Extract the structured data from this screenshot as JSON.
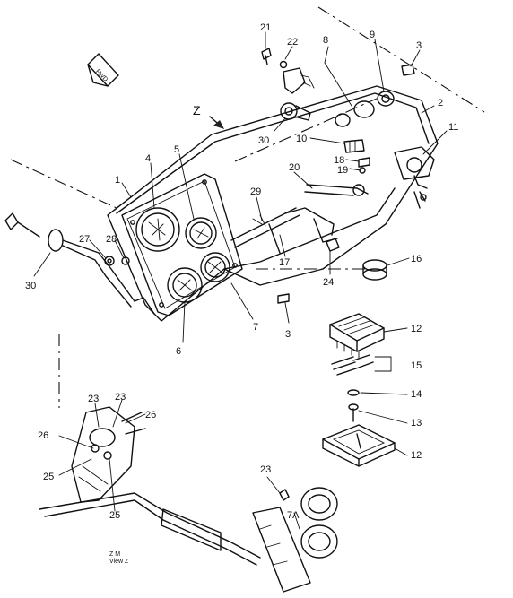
{
  "view_label": "Z",
  "view_caption": {
    "line1": "Z   M",
    "line2": "View  Z"
  },
  "fwd_label": "FWD",
  "callouts": [
    {
      "id": "c1",
      "text": "1"
    },
    {
      "id": "c2",
      "text": "2"
    },
    {
      "id": "c3a",
      "text": "3"
    },
    {
      "id": "c3b",
      "text": "3"
    },
    {
      "id": "c4",
      "text": "4"
    },
    {
      "id": "c5",
      "text": "5"
    },
    {
      "id": "c6",
      "text": "6"
    },
    {
      "id": "c7",
      "text": "7"
    },
    {
      "id": "c7a",
      "text": "7A"
    },
    {
      "id": "c8",
      "text": "8"
    },
    {
      "id": "c9",
      "text": "9"
    },
    {
      "id": "c10",
      "text": "10"
    },
    {
      "id": "c11",
      "text": "11"
    },
    {
      "id": "c12a",
      "text": "12"
    },
    {
      "id": "c12b",
      "text": "12"
    },
    {
      "id": "c13",
      "text": "13"
    },
    {
      "id": "c14",
      "text": "14"
    },
    {
      "id": "c15",
      "text": "15"
    },
    {
      "id": "c16",
      "text": "16"
    },
    {
      "id": "c17",
      "text": "17"
    },
    {
      "id": "c18",
      "text": "18"
    },
    {
      "id": "c19",
      "text": "19"
    },
    {
      "id": "c20",
      "text": "20"
    },
    {
      "id": "c21",
      "text": "21"
    },
    {
      "id": "c22",
      "text": "22"
    },
    {
      "id": "c23a",
      "text": "23"
    },
    {
      "id": "c23b",
      "text": "23"
    },
    {
      "id": "c23c",
      "text": "23"
    },
    {
      "id": "c24",
      "text": "24"
    },
    {
      "id": "c25a",
      "text": "25"
    },
    {
      "id": "c25b",
      "text": "25"
    },
    {
      "id": "c26a",
      "text": "26"
    },
    {
      "id": "c26b",
      "text": "26"
    },
    {
      "id": "c27",
      "text": "27"
    },
    {
      "id": "c28",
      "text": "28"
    },
    {
      "id": "c29",
      "text": "29"
    },
    {
      "id": "c30a",
      "text": "30"
    },
    {
      "id": "c30b",
      "text": "30"
    }
  ]
}
